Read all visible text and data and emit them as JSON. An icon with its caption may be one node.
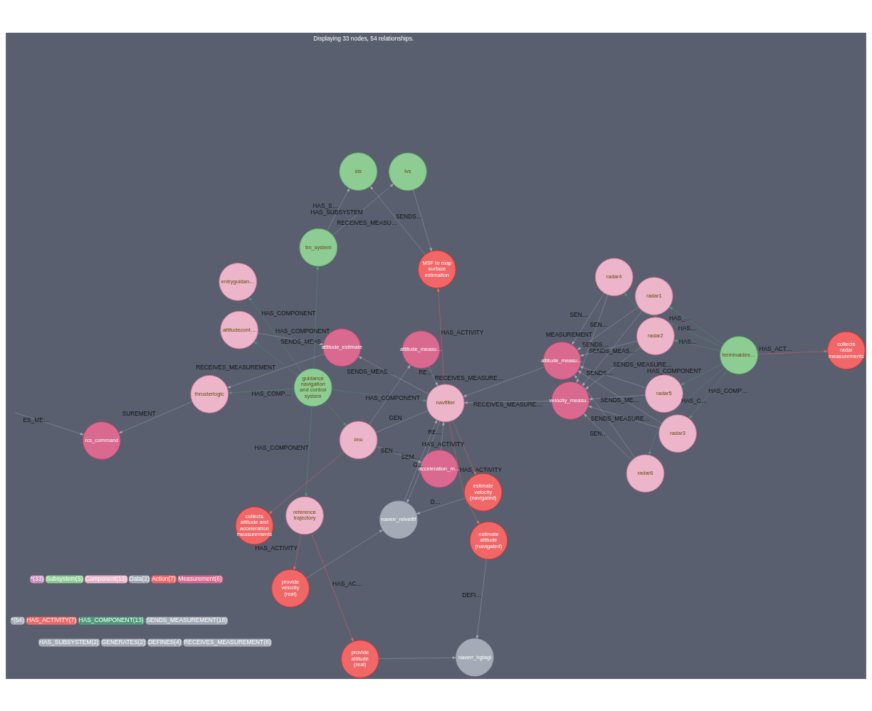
{
  "diagram": {
    "nodes": [
      {
        "text": [
          "rcs_command"
        ]
      },
      {
        "text": [
          "provide altitude (real)"
        ]
      },
      {
        "text": [
          "collects attitude and acceleration measurements"
        ]
      },
      {
        "text": [
          "provide velocity (real)"
        ]
      },
      {
        "text": [
          "reference trajectory"
        ]
      },
      {
        "text": [
          "thrusterlogic"
        ]
      },
      {
        "text": [
          "acceleration_m…"
        ]
      },
      {
        "text": [
          "naverr_hgtagl"
        ]
      },
      {
        "text": [
          "attitude_measu…"
        ]
      },
      {
        "text": [
          "naverr_relvelltf"
        ]
      },
      {
        "text": [
          "imu"
        ]
      },
      {
        "text": [
          "estimate altitude (navigated)"
        ]
      },
      {
        "text": [
          "attitudecont…"
        ]
      },
      {
        "text": [
          "estimate velocity (navigated)"
        ]
      },
      {
        "text": [
          "guidance navigation and control system"
        ]
      },
      {
        "text": [
          "entryguidan…"
        ]
      },
      {
        "text": [
          "radar4"
        ]
      },
      {
        "text": [
          "radar5"
        ]
      },
      {
        "text": [
          "navfilter"
        ]
      },
      {
        "text": [
          "attitude_estimate"
        ]
      },
      {
        "text": [
          "altitude_measu…"
        ]
      },
      {
        "text": [
          "radar1"
        ]
      },
      {
        "text": [
          "collects radar measurements"
        ]
      },
      {
        "text": [
          "terminaldes…"
        ]
      },
      {
        "text": [
          "trn_system"
        ]
      },
      {
        "text": [
          "radar3"
        ]
      },
      {
        "text": [
          "velocity_measu…"
        ]
      },
      {
        "text": [
          "MSF to map surface estimation"
        ]
      },
      {
        "text": [
          "radar2"
        ]
      },
      {
        "text": [
          "radar6"
        ]
      },
      {
        "text": [
          "sts"
        ]
      },
      {
        "text": [
          "lvs"
        ]
      }
    ],
    "edges": [
      {
        "from": null,
        "to": 0,
        "arrow": "to",
        "label": "ES_ME…"
      },
      {
        "from": 5,
        "to": 0,
        "arrow": "to",
        "label": "SUREMENT"
      },
      {
        "from": 4,
        "to": 1,
        "arrow": "to",
        "label": "HAS_AC…",
        "color": "#f16667"
      },
      {
        "from": 4,
        "to": 3,
        "arrow": "to",
        "label": "HAS_ACTIVITY",
        "color": "#f16667"
      },
      {
        "from": 1,
        "to": 7,
        "arrow": "to"
      },
      {
        "from": 3,
        "to": 9,
        "arrow": "to"
      },
      {
        "from": 10,
        "to": 2,
        "arrow": "to",
        "color": "#f16667"
      },
      {
        "from": 10,
        "to": 6,
        "arrow": "to",
        "label": "SEN…"
      },
      {
        "from": 10,
        "to": 8,
        "arrow": "to"
      },
      {
        "from": 11,
        "to": 7,
        "arrow": "to",
        "label": "DEFI…"
      },
      {
        "from": 13,
        "to": 9,
        "arrow": "to",
        "label": "D…"
      },
      {
        "from": 6,
        "to": 18,
        "arrow": "to",
        "label": "RE…"
      },
      {
        "from": 8,
        "to": 18,
        "arrow": "to",
        "label": "RE…"
      },
      {
        "from": 9,
        "to": 18,
        "arrow": "to",
        "label": "SEM…"
      },
      {
        "from": 18,
        "to": 9,
        "arrow": "to",
        "label": "G…"
      },
      {
        "from": 18,
        "to": 10,
        "arrow": "none",
        "label": "GEN"
      },
      {
        "from": 18,
        "to": 13,
        "arrow": "to",
        "label": "HAS_ACTIVITY",
        "color": "#f16667"
      },
      {
        "from": 18,
        "to": 11,
        "arrow": "to",
        "label": "HAS_ACTIVITY",
        "color": "#f16667"
      },
      {
        "from": 18,
        "to": 27,
        "arrow": "to",
        "label": "HAS_ACTIVITY",
        "color": "#f16667"
      },
      {
        "from": 18,
        "to": 19,
        "arrow": "to",
        "label": "SENDS_MEAS…"
      },
      {
        "from": 14,
        "to": 18,
        "arrow": "to",
        "label": "HAS_COMPONENT",
        "color": "#4c9c7a"
      },
      {
        "from": 14,
        "to": 10,
        "arrow": "to",
        "color": "#4c9c7a"
      },
      {
        "from": 14,
        "to": 5,
        "arrow": "to",
        "label": "HAS_COMP…",
        "color": "#4c9c7a"
      },
      {
        "from": 14,
        "to": 4,
        "arrow": "to",
        "label": "HAS_COMPONENT",
        "color": "#4c9c7a"
      },
      {
        "from": 14,
        "to": 12,
        "arrow": "to",
        "color": "#4c9c7a"
      },
      {
        "from": 14,
        "to": 15,
        "arrow": "to",
        "label": "HAS_COMPONENT",
        "color": "#4c9c7a"
      },
      {
        "from": 14,
        "to": 24,
        "arrow": "to",
        "label": "HAS_COMPONENT",
        "color": "#4c9c7a"
      },
      {
        "from": 19,
        "to": 5,
        "arrow": "to",
        "label": "RECEIVES_MEASUREMENT"
      },
      {
        "from": 12,
        "to": 19,
        "arrow": "to",
        "label": "SENDS_MEAS"
      },
      {
        "from": 20,
        "to": 18,
        "arrow": "to",
        "label": "RECEIVES_MEASURE…"
      },
      {
        "from": 26,
        "to": 18,
        "arrow": "to",
        "label": "RECEIVES_MEASURE…"
      },
      {
        "from": 23,
        "to": 22,
        "arrow": "to",
        "label": "HAS_ACT…",
        "color": "#f16667"
      },
      {
        "from": 23,
        "to": 16,
        "arrow": "to",
        "label": "HAS_…",
        "color": "#4c9c7a"
      },
      {
        "from": 23,
        "to": 17,
        "arrow": "to",
        "label": "HAS_COMPONENT",
        "color": "#4c9c7a"
      },
      {
        "from": 23,
        "to": 21,
        "arrow": "to",
        "label": "HAS…",
        "color": "#4c9c7a"
      },
      {
        "from": 23,
        "to": 25,
        "arrow": "to",
        "label": "HAS_COMP…",
        "color": "#4c9c7a"
      },
      {
        "from": 23,
        "to": 28,
        "arrow": "to",
        "label": "HAS…",
        "color": "#4c9c7a"
      },
      {
        "from": 23,
        "to": 29,
        "arrow": "to",
        "label": "HAS_C…",
        "color": "#4c9c7a"
      },
      {
        "from": 16,
        "to": 20,
        "arrow": "to",
        "label": "SEN…"
      },
      {
        "from": 17,
        "to": 20,
        "arrow": "to",
        "label": "SENDS…"
      },
      {
        "from": 21,
        "to": 20,
        "arrow": "to",
        "label": "SEN…"
      },
      {
        "from": 25,
        "to": 20,
        "arrow": "to",
        "label": "SENDS_ME…"
      },
      {
        "from": 28,
        "to": 20,
        "arrow": "to",
        "label": "SENDS…"
      },
      {
        "from": 29,
        "to": 20,
        "arrow": "to",
        "label": "SENDS_MEASURE…"
      },
      {
        "from": 16,
        "to": 26,
        "arrow": "to",
        "label": "MEASUREMENT"
      },
      {
        "from": 17,
        "to": 26,
        "arrow": "to"
      },
      {
        "from": 21,
        "to": 26,
        "arrow": "to",
        "label": "SENDS_MEAS…"
      },
      {
        "from": 25,
        "to": 26,
        "arrow": "to"
      },
      {
        "from": 28,
        "to": 26,
        "arrow": "to",
        "label": "SENDS_MEASURE…"
      },
      {
        "from": 29,
        "to": 26,
        "arrow": "to",
        "label": "SEN…"
      },
      {
        "from": 24,
        "to": 31,
        "arrow": "to",
        "label": "HAS_SUBSYSTEM"
      },
      {
        "from": 24,
        "to": 30,
        "arrow": "to",
        "label": "HAS_S…"
      },
      {
        "from": 31,
        "to": 27,
        "arrow": "to",
        "label": "SENDS…"
      },
      {
        "from": 27,
        "to": 30,
        "arrow": "to",
        "label": "RECEIVES_MEASU…"
      }
    ],
    "labels": [
      "Displaying 33 nodes, 54 relationships."
    ],
    "legend": [
      {
        "text": "*(33)",
        "color": "#c990c0"
      },
      {
        "text": "Subsystem(5)",
        "color": "#8dcc93"
      },
      {
        "text": "Component(13)",
        "color": "#ecb5c9"
      },
      {
        "text": "Data(2)",
        "color": "#a5abb6"
      },
      {
        "text": "Action(7)",
        "color": "#f16667"
      },
      {
        "text": "Measurement(6)",
        "color": "#d9698f"
      },
      {
        "text": "*(54)",
        "color": "#a5abb6"
      },
      {
        "text": "HAS_ACTIVITY(7)",
        "color": "#f16667"
      },
      {
        "text": "HAS_COMPONENT(13)",
        "color": "#4c9c7a"
      },
      {
        "text": "SENDS_MEASUREMENT(18)",
        "color": "#a5abb6"
      },
      {
        "text": "HAS_SUBSYSTEM(2)",
        "color": "#a5abb6"
      },
      {
        "text": "GENERATES(2)",
        "color": "#a5abb6"
      },
      {
        "text": "DEFINES(4)",
        "color": "#a5abb6"
      },
      {
        "text": "RECEIVES_MEASUREMENT(8)",
        "color": "#a5abb6"
      }
    ]
  }
}
